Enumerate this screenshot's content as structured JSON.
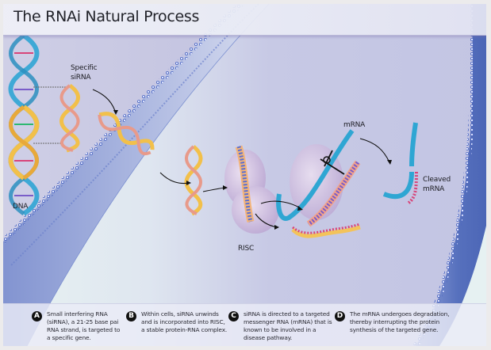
{
  "title": "The RNAi Natural Process",
  "labels": {
    "dna": "DNA",
    "specific_sirna_line1": "Specific",
    "specific_sirna_line2": "siRNA",
    "risc": "RISC",
    "mrna": "mRNA",
    "cleaved_line1": "Cleaved",
    "cleaved_line2": "mRNA"
  },
  "steps": [
    {
      "letter": "A",
      "lines": [
        "Small interfering RNA",
        "(siRNA), a 21-25 base pai",
        "RNA strand, is targeted to",
        "a specific gene."
      ]
    },
    {
      "letter": "B",
      "lines": [
        "Within cells, siRNA unwinds",
        "and is incorporated into RISC,",
        "a stable protein-RNA complex."
      ]
    },
    {
      "letter": "C",
      "lines": [
        "siRNA is directed to a targeted",
        "messenger RNA (mRNA) that is",
        "known to be involved in a",
        "disease pathway."
      ]
    },
    {
      "letter": "D",
      "lines": [
        "The mRNA undergoes degradation,",
        "thereby interrupting the protein",
        "synthesis of the targeted gene."
      ]
    }
  ],
  "colors": {
    "membrane_dark": "#5a75c0",
    "membrane_light": "#9fb0dd",
    "cytoplasm": "#c4c6e4",
    "nucleus_bg": "#c9c9e3",
    "helix_blue": "#3fa9d6",
    "helix_gold": "#f2c04a",
    "risc_purple": "#c9b8dc",
    "mrna_blue": "#2fa6d3"
  }
}
